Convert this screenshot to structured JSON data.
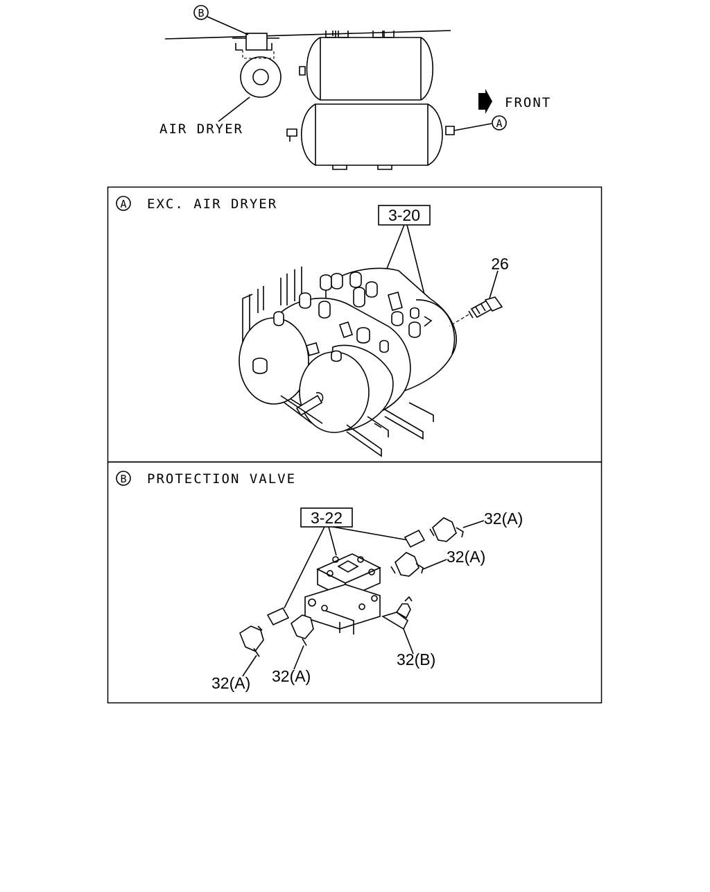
{
  "overview": {
    "callout_b": "B",
    "callout_a": "A",
    "air_dryer_label": "AIR DRYER",
    "front_label": "FRONT"
  },
  "panel_a": {
    "callout": "A",
    "title": "EXC. AIR DRYER",
    "ref_box": "3-20",
    "part_26": "26"
  },
  "panel_b": {
    "callout": "B",
    "title": "PROTECTION VALVE",
    "ref_box": "3-22",
    "part_top_right_1": "32(A)",
    "part_top_right_2": "32(A)",
    "part_bottom_left": "32(A)",
    "part_bottom_mid": "32(A)",
    "part_bottom_right": "32(B)"
  }
}
